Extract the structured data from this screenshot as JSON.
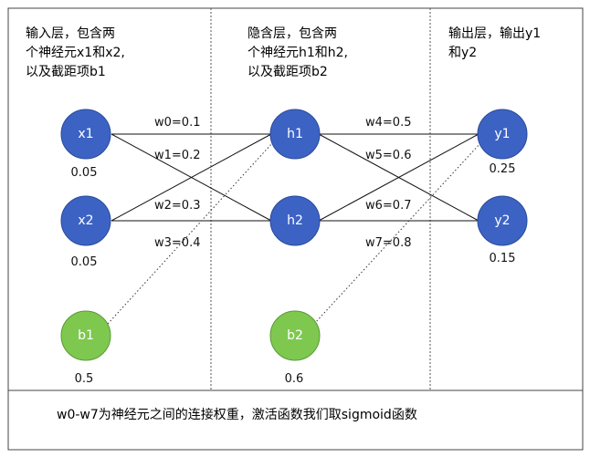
{
  "sections": [
    {
      "id": "input",
      "lines": [
        "输入层，包含两",
        "个神经元x1和x2,",
        "以及截距项b1"
      ]
    },
    {
      "id": "hidden",
      "lines": [
        "隐含层，包含两",
        "个神经元h1和h2,",
        "以及截距项b2"
      ]
    },
    {
      "id": "output",
      "lines": [
        "输出层，输出y1",
        "和y2"
      ]
    }
  ],
  "nodes": [
    {
      "id": "x1",
      "label": "x1",
      "value": "0.05",
      "color": "#3c63c4"
    },
    {
      "id": "x2",
      "label": "x2",
      "value": "0.05",
      "color": "#3c63c4"
    },
    {
      "id": "b1",
      "label": "b1",
      "value": "0.5",
      "color": "#7ec850"
    },
    {
      "id": "h1",
      "label": "h1",
      "value": "",
      "color": "#3c63c4"
    },
    {
      "id": "h2",
      "label": "h2",
      "value": "",
      "color": "#3c63c4"
    },
    {
      "id": "b2",
      "label": "b2",
      "value": "0.6",
      "color": "#7ec850"
    },
    {
      "id": "y1",
      "label": "y1",
      "value": "0.25",
      "color": "#3c63c4"
    },
    {
      "id": "y2",
      "label": "y2",
      "value": "0.15",
      "color": "#3c63c4"
    }
  ],
  "weights": [
    "w0=0.1",
    "w1=0.2",
    "w2=0.3",
    "w3=0.4",
    "w4=0.5",
    "w5=0.6",
    "w6=0.7",
    "w7=0.8"
  ],
  "footer": "w0-w7为神经元之间的连接权重，激活函数我们取sigmoid函数",
  "colors": {
    "neuron": "#3c63c4",
    "bias": "#7ec850",
    "border": "#444444"
  }
}
